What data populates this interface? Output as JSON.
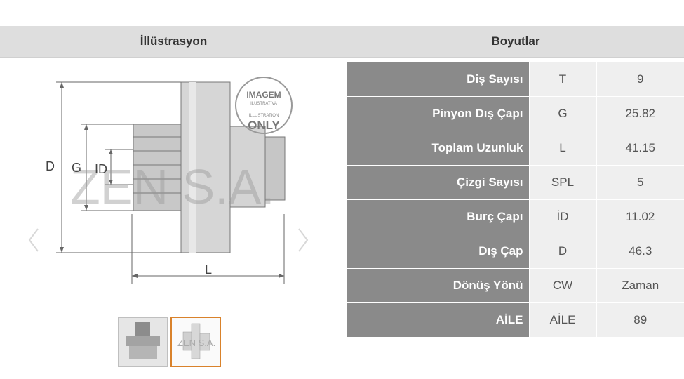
{
  "headers": {
    "illustration": "İllüstrasyon",
    "dimensions": "Boyutlar"
  },
  "illustration": {
    "dim_labels": {
      "D": "D",
      "G": "G",
      "ID": "ID",
      "L": "L"
    },
    "stamp_top": "IMAGEM",
    "stamp_sub1": "ILUSTRATIVA",
    "stamp_sub2": "ILLUSTRATION",
    "stamp_bottom": "ONLY",
    "watermark": "ZEN S.A.",
    "thumbnail_watermark": "ZEN S.A."
  },
  "specs": [
    {
      "label": "Diş Sayısı",
      "code": "T",
      "value": "9"
    },
    {
      "label": "Pinyon Dış Çapı",
      "code": "G",
      "value": "25.82"
    },
    {
      "label": "Toplam Uzunluk",
      "code": "L",
      "value": "41.15"
    },
    {
      "label": "Çizgi Sayısı",
      "code": "SPL",
      "value": "5"
    },
    {
      "label": "Burç Çapı",
      "code": "İD",
      "value": "11.02"
    },
    {
      "label": "Dış Çap",
      "code": "D",
      "value": "46.3"
    },
    {
      "label": "Dönüş Yönü",
      "code": "CW",
      "value": "Zaman"
    },
    {
      "label": "AİLE",
      "code": "AİLE",
      "value": "89"
    }
  ],
  "colors": {
    "label_bg": "#8a8a8a",
    "cell_bg": "#efefef",
    "header_bg": "#dedede",
    "thumb_active_border": "#d9822b"
  }
}
